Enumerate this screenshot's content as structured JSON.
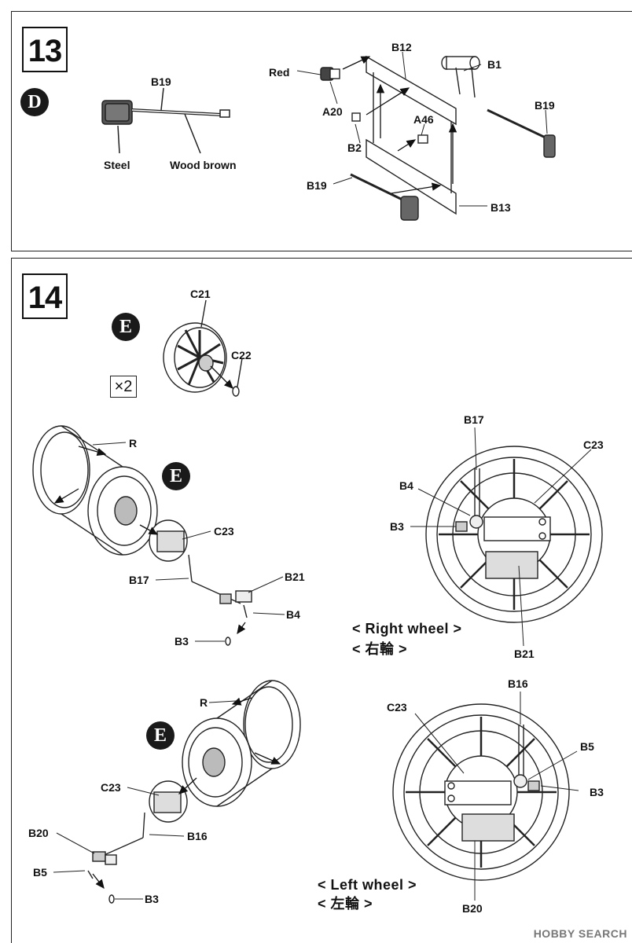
{
  "step13": {
    "number": "13",
    "paint_badge": "D",
    "labels": {
      "b19_tool": "B19",
      "steel": "Steel",
      "wood_brown": "Wood brown",
      "red": "Red",
      "a20": "A20",
      "b12": "B12",
      "b1": "B1",
      "a46": "A46",
      "b2": "B2",
      "b19_left": "B19",
      "b19_right": "B19",
      "b13": "B13"
    }
  },
  "step14": {
    "number": "14",
    "paint_badge": "E",
    "multiplier": "×2",
    "labels": {
      "c21": "C21",
      "c22": "C22",
      "r_top": "R",
      "c23_top": "C23",
      "b17": "B17",
      "b21": "B21",
      "b4": "B4",
      "b3_top": "B3",
      "r_bottom": "R",
      "c23_bottom": "C23",
      "b16_left": "B16",
      "b20_left": "B20",
      "b5_left": "B5",
      "b3_bottom": "B3",
      "rw_b17": "B17",
      "rw_c23": "C23",
      "rw_b4": "B4",
      "rw_b3": "B3",
      "rw_b21": "B21",
      "lw_b16": "B16",
      "lw_c23": "C23",
      "lw_b5": "B5",
      "lw_b3": "B3",
      "lw_b20": "B20"
    },
    "captions": {
      "right_en": "< Right wheel >",
      "right_jp": "< 右輪 >",
      "left_en": "< Left wheel >",
      "left_jp": "< 左輪 >"
    }
  },
  "watermark": "HOBBY SEARCH"
}
